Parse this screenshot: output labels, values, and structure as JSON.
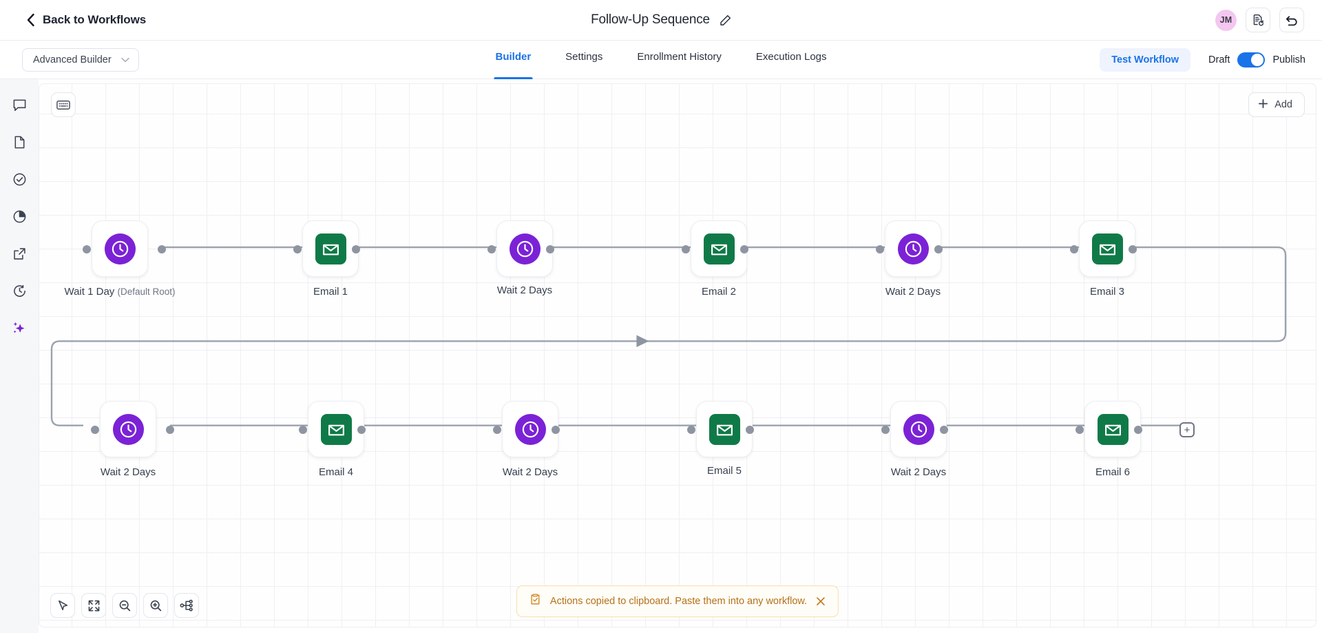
{
  "header": {
    "back_label": "Back to Workflows",
    "back_icon": "chevron-left-icon",
    "title": "Follow-Up Sequence",
    "edit_icon": "pencil-icon",
    "avatar_initials": "JM",
    "avatar_color": "#f3c7ef",
    "version_history_icon": "document-refresh-icon",
    "undo_icon": "undo-arrow-icon"
  },
  "tabbar": {
    "builder_select": {
      "label": "Advanced Builder",
      "chevron_icon": "chevron-down-icon"
    },
    "tabs": [
      {
        "label": "Builder",
        "active": true
      },
      {
        "label": "Settings",
        "active": false
      },
      {
        "label": "Enrollment History",
        "active": false
      },
      {
        "label": "Execution Logs",
        "active": false
      }
    ],
    "test_button": "Test Workflow",
    "draft_label": "Draft",
    "publish_label": "Publish",
    "toggle_on": true,
    "accent_color": "#1a73e8"
  },
  "sidebar": {
    "items": [
      {
        "icon": "chat-bubble-icon",
        "name": "comments"
      },
      {
        "icon": "document-icon",
        "name": "notes"
      },
      {
        "icon": "check-circle-icon",
        "name": "tasks"
      },
      {
        "icon": "pie-chart-icon",
        "name": "analytics"
      },
      {
        "icon": "external-link-icon",
        "name": "open-external"
      },
      {
        "icon": "clock-history-icon",
        "name": "history"
      },
      {
        "icon": "sparkles-icon",
        "name": "ai-assistant",
        "color": "#7b22d6"
      }
    ]
  },
  "canvas": {
    "keyboard_shortcuts_icon": "keyboard-icon",
    "add_button": {
      "label": "Add",
      "icon": "plus-icon"
    },
    "wait_icon": "clock-icon",
    "email_icon": "envelope-icon",
    "wait_color": "#7b22d6",
    "email_color": "#0f7a48",
    "plus_end_label": "+",
    "rows": [
      {
        "nodes": [
          {
            "type": "wait",
            "label": "Wait 1 Day",
            "sub": "(Default Root)"
          },
          {
            "type": "email",
            "label": "Email 1",
            "sub": ""
          },
          {
            "type": "wait",
            "label": "Wait 2 Days",
            "sub": ""
          },
          {
            "type": "email",
            "label": "Email 2",
            "sub": ""
          },
          {
            "type": "wait",
            "label": "Wait 2 Days",
            "sub": ""
          },
          {
            "type": "email",
            "label": "Email 3",
            "sub": ""
          }
        ]
      },
      {
        "nodes": [
          {
            "type": "wait",
            "label": "Wait 2 Days",
            "sub": ""
          },
          {
            "type": "email",
            "label": "Email 4",
            "sub": ""
          },
          {
            "type": "wait",
            "label": "Wait 2 Days",
            "sub": ""
          },
          {
            "type": "email",
            "label": "Email 5",
            "sub": ""
          },
          {
            "type": "wait",
            "label": "Wait 2 Days",
            "sub": ""
          },
          {
            "type": "email",
            "label": "Email 6",
            "sub": ""
          }
        ]
      }
    ],
    "tools": [
      {
        "icon": "cursor-pointer-icon",
        "name": "select-tool"
      },
      {
        "icon": "fit-screen-icon",
        "name": "fit-view"
      },
      {
        "icon": "zoom-out-icon",
        "name": "zoom-out"
      },
      {
        "icon": "zoom-in-icon",
        "name": "zoom-in"
      },
      {
        "icon": "tree-layout-icon",
        "name": "auto-layout"
      }
    ]
  },
  "toast": {
    "icon": "clipboard-check-icon",
    "message": "Actions copied to clipboard. Paste them into any workflow.",
    "close_icon": "close-icon",
    "color": "#b4711a"
  }
}
